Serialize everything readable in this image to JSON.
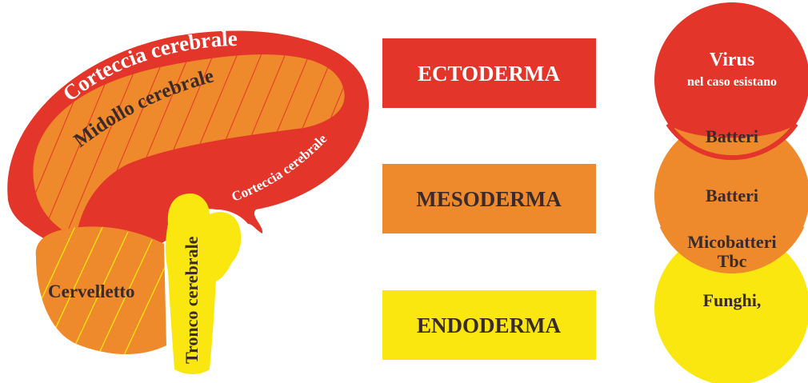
{
  "brain": {
    "cortex_label": "Corteccia cerebrale",
    "medulla_label": "Midollo cerebrale",
    "cortex_label_inner": "Corteccia cerebrale",
    "cerebellum_label": "Cervelletto",
    "brainstem_label": "Tronco cerebrale"
  },
  "layers": {
    "ectoderm": "ECTODERMA",
    "mesoderm": "MESODERMA",
    "endoderm": "ENDODERMA"
  },
  "circles": {
    "red_title": "Virus",
    "red_subtitle": "nel caso esistano",
    "red_overlap": "Batteri",
    "orange_title": "Batteri",
    "orange_overlap_line1": "Micobatteri",
    "orange_overlap_line2": "Tbc",
    "yellow_title": "Funghi,"
  },
  "colors": {
    "red": "#e4352a",
    "orange": "#ee8a2b",
    "yellow": "#f9e70f",
    "text_dark": "#3a2a2a",
    "text_light": "#ffffff"
  }
}
